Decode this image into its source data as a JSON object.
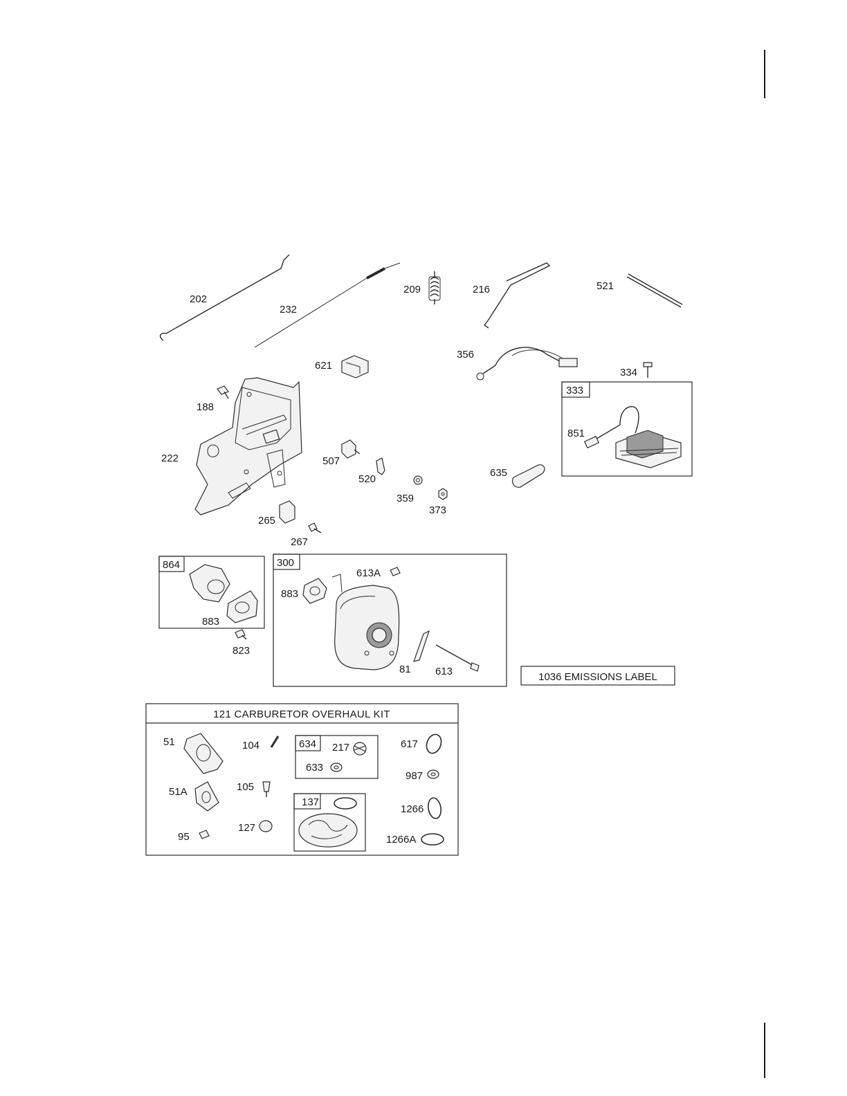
{
  "diagram": {
    "part_labels": {
      "p202": "202",
      "p232": "232",
      "p209": "209",
      "p216": "216",
      "p521": "521",
      "p621": "621",
      "p356": "356",
      "p334": "334",
      "p188": "188",
      "p222": "222",
      "p507": "507",
      "p520": "520",
      "p359": "359",
      "p373": "373",
      "p635": "635",
      "p265": "265",
      "p267": "267",
      "p851": "851",
      "p883a": "883",
      "p823": "823",
      "p883b": "883",
      "p613A": "613A",
      "p81": "81",
      "p613": "613",
      "p51": "51",
      "p104": "104",
      "p217": "217",
      "p633": "633",
      "p617": "617",
      "p987": "987",
      "p51A": "51A",
      "p105": "105",
      "p1266": "1266",
      "p95": "95",
      "p127": "127",
      "p1266A": "1266A"
    },
    "boxes": {
      "b333": "333",
      "b864": "864",
      "b300": "300",
      "b634": "634",
      "b137": "137"
    },
    "emissions_label": "1036 EMISSIONS LABEL",
    "kit_title": "121 CARBURETOR OVERHAUL KIT"
  }
}
